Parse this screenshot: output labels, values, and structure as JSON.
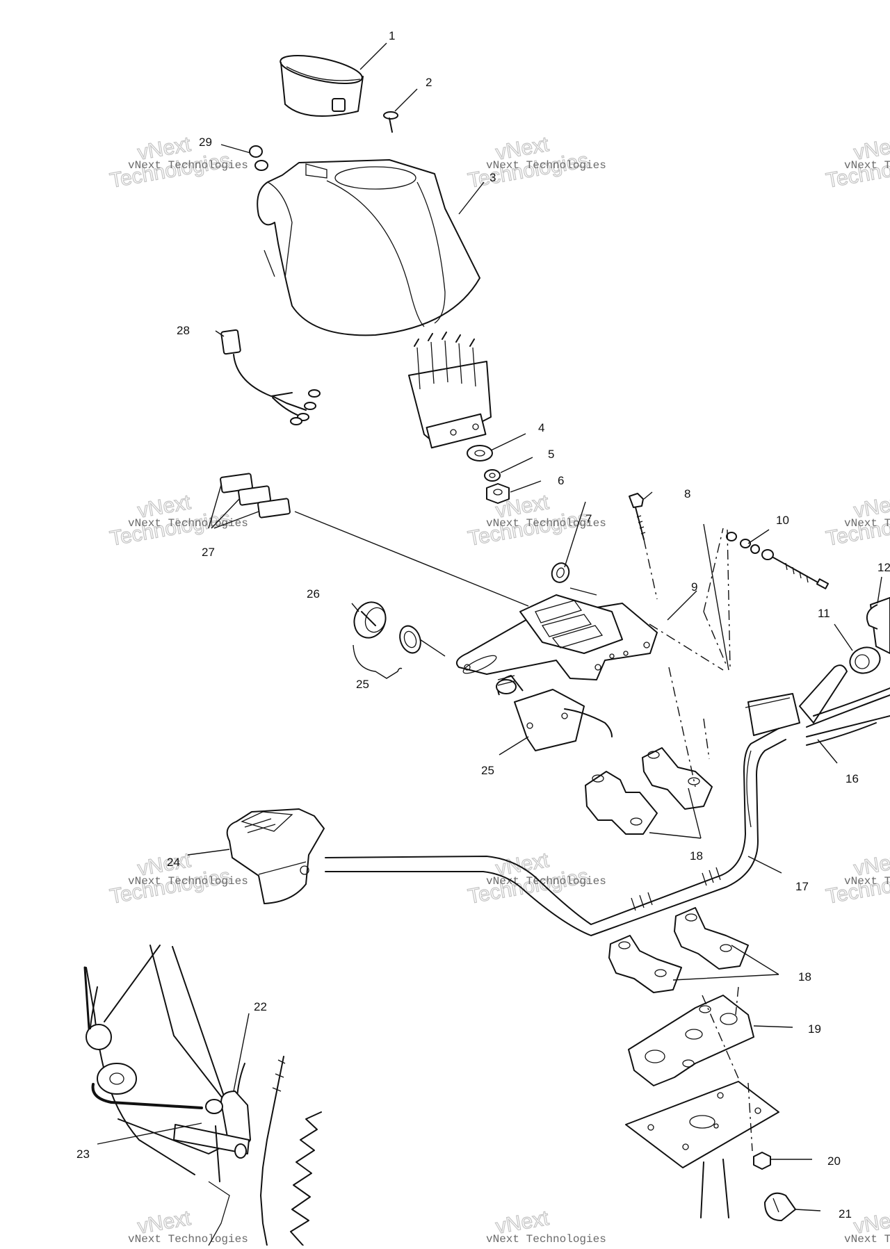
{
  "diagram": {
    "callouts": [
      {
        "id": "c1",
        "text": "1"
      },
      {
        "id": "c2",
        "text": "2"
      },
      {
        "id": "c3",
        "text": "3"
      },
      {
        "id": "c4",
        "text": "4"
      },
      {
        "id": "c5",
        "text": "5"
      },
      {
        "id": "c6",
        "text": "6"
      },
      {
        "id": "c7",
        "text": "7"
      },
      {
        "id": "c8",
        "text": "8"
      },
      {
        "id": "c9",
        "text": "9"
      },
      {
        "id": "c10",
        "text": "10"
      },
      {
        "id": "c11",
        "text": "11"
      },
      {
        "id": "c12",
        "text": "12"
      },
      {
        "id": "c16",
        "text": "16"
      },
      {
        "id": "c17",
        "text": "17"
      },
      {
        "id": "c18a",
        "text": "18"
      },
      {
        "id": "c18b",
        "text": "18"
      },
      {
        "id": "c19",
        "text": "19"
      },
      {
        "id": "c20",
        "text": "20"
      },
      {
        "id": "c21",
        "text": "21"
      },
      {
        "id": "c22",
        "text": "22"
      },
      {
        "id": "c23",
        "text": "23"
      },
      {
        "id": "c24",
        "text": "24"
      },
      {
        "id": "c25a",
        "text": "25"
      },
      {
        "id": "c25b",
        "text": "25"
      },
      {
        "id": "c26",
        "text": "26"
      },
      {
        "id": "c27",
        "text": "27"
      },
      {
        "id": "c28",
        "text": "28"
      },
      {
        "id": "c29",
        "text": "29"
      }
    ],
    "watermark": {
      "line1": "vNext Technologies",
      "line2": "Technologies",
      "line3": "vNext"
    }
  }
}
